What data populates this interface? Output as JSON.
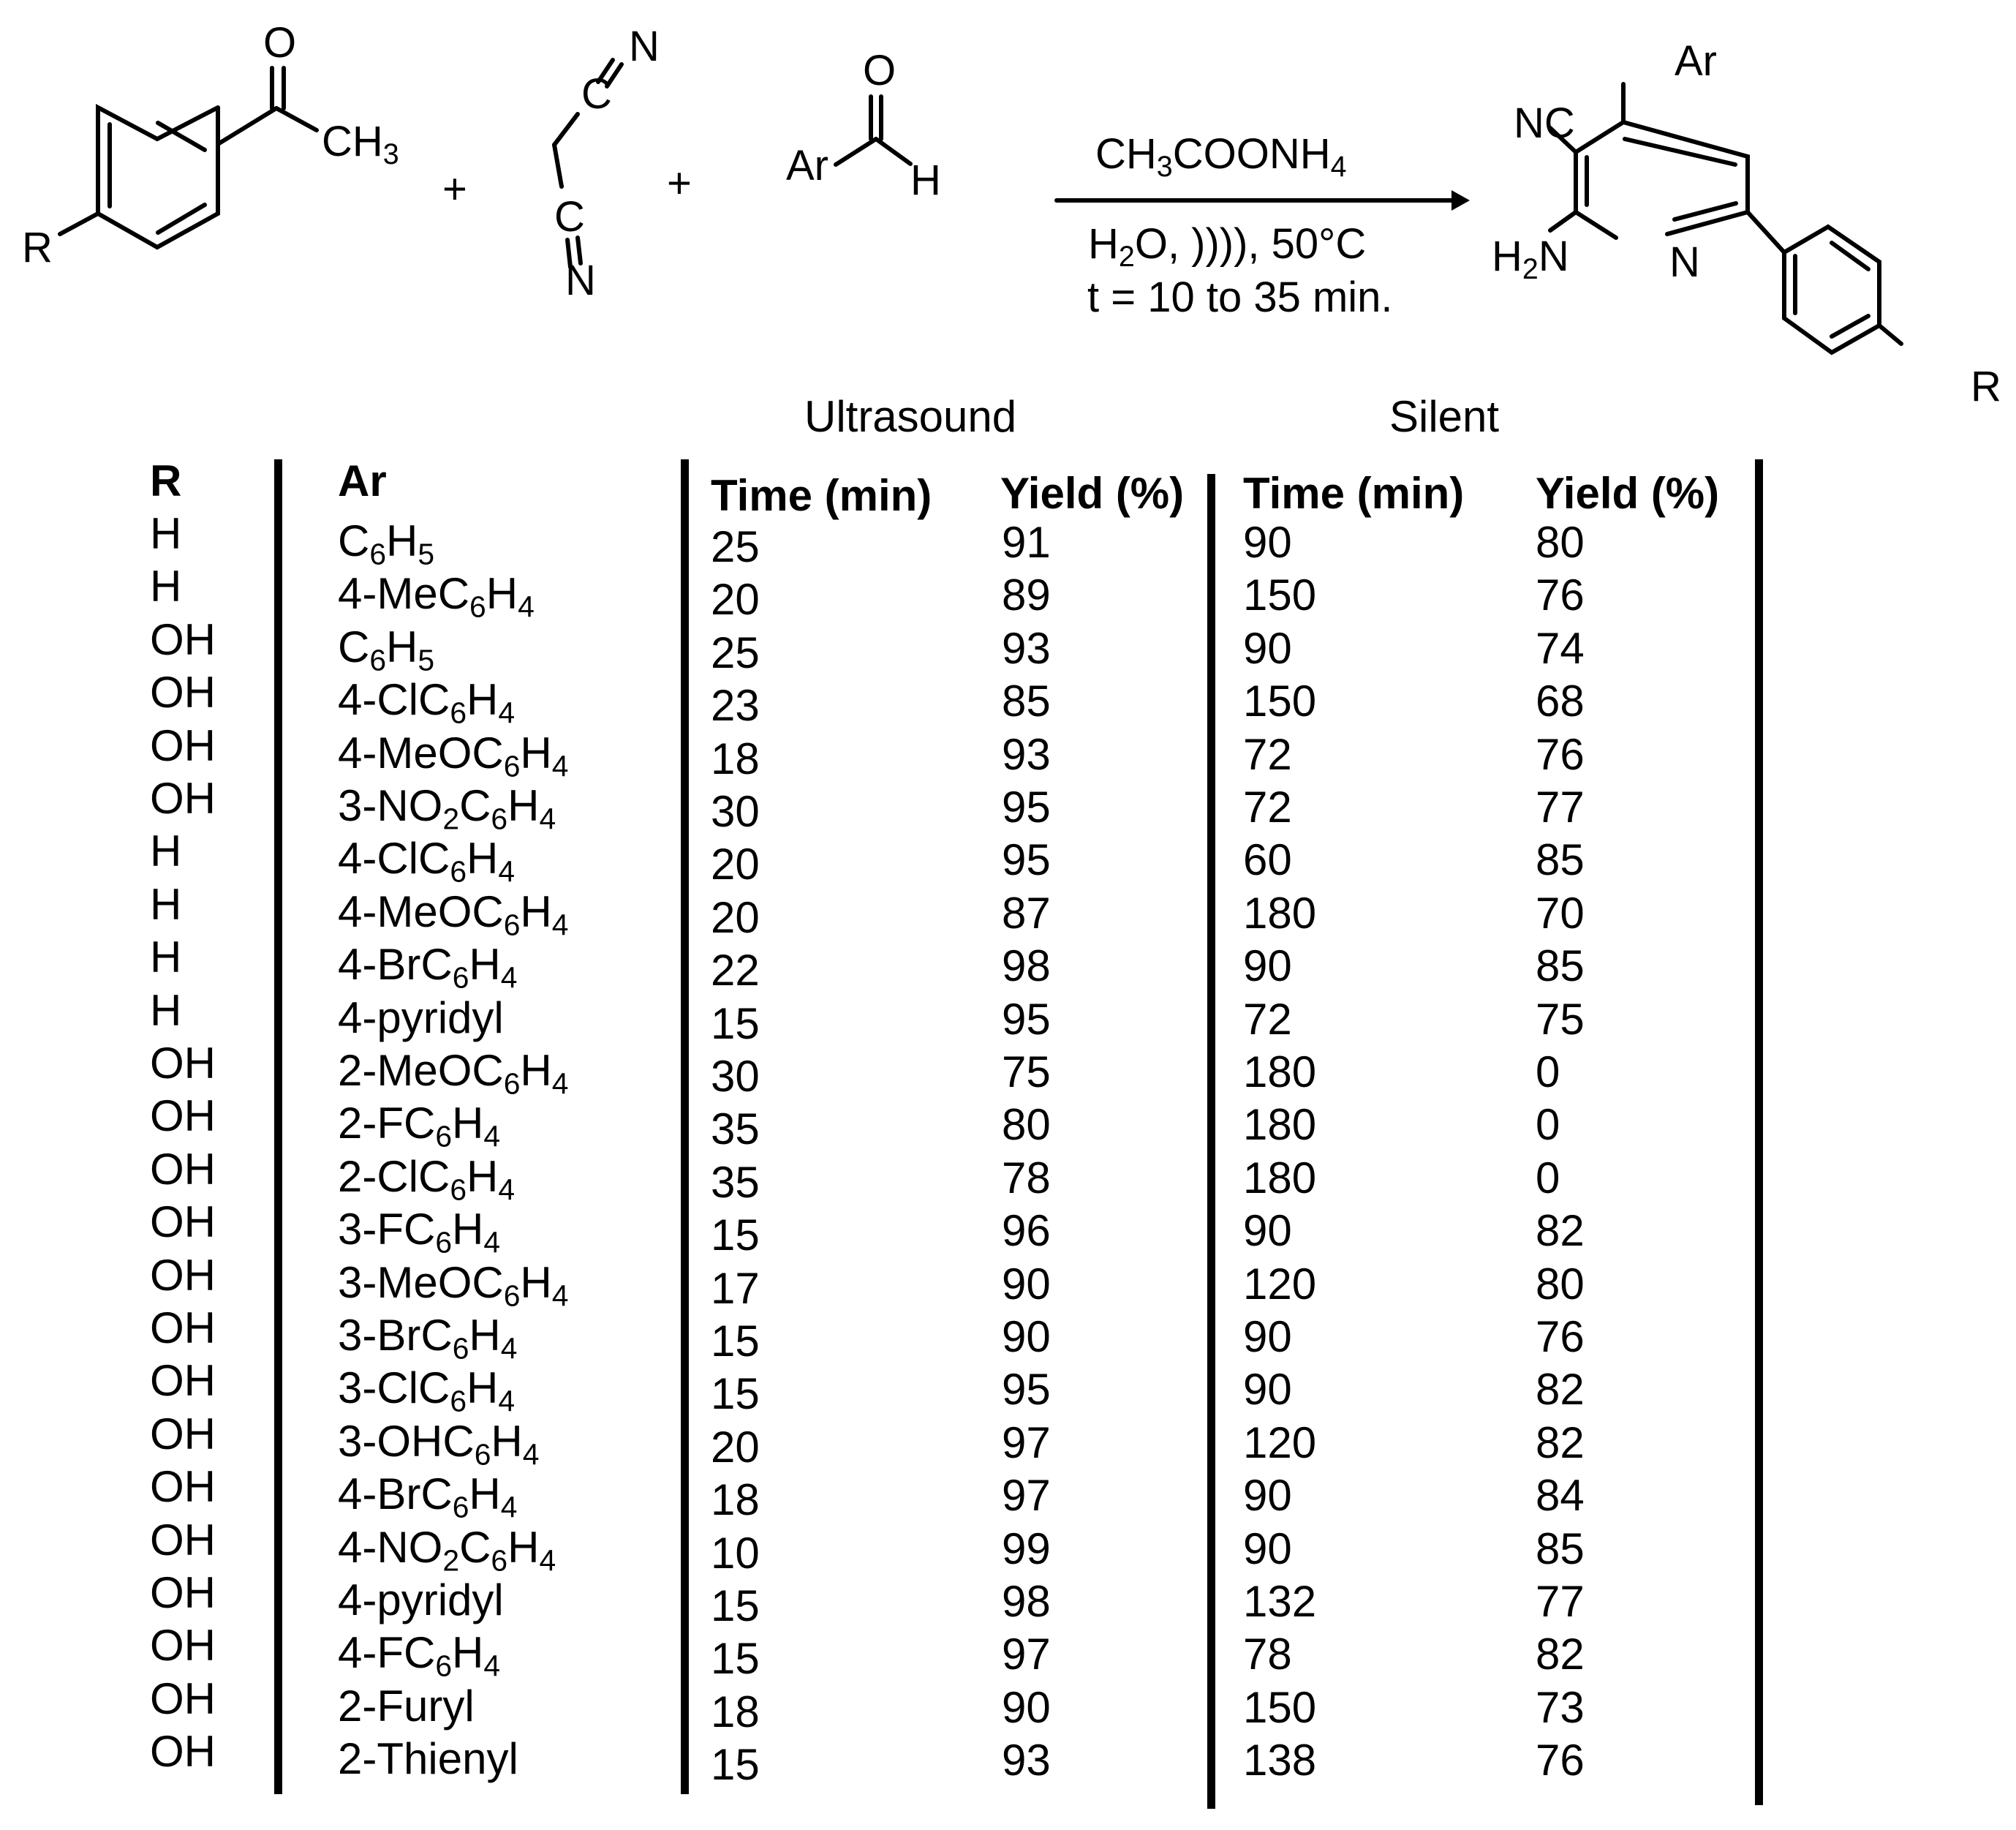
{
  "scheme": {
    "reactants": [
      {
        "name": "4-R-acetophenone",
        "labels": {
          "substituent": "R",
          "carbonyl_o": "O",
          "methyl": "CH",
          "methyl_sub": "3"
        }
      },
      {
        "name": "malononitrile",
        "labels": {
          "c1": "C",
          "n1": "N",
          "c2": "C",
          "n2": "N"
        }
      },
      {
        "name": "aryl aldehyde",
        "labels": {
          "o": "O",
          "ar": "Ar",
          "h": "H"
        }
      }
    ],
    "plus": "+",
    "conditions": {
      "above_main": "CH",
      "above_sub1": "3",
      "above_mid": "COONH",
      "above_sub2": "4",
      "below_line1_a": "H",
      "below_line1_sub": "2",
      "below_line1_b": "O, )))), 50°C",
      "below_line2": "t = 10 to 35 min."
    },
    "product": {
      "labels": {
        "ar": "Ar",
        "nc": "NC",
        "h2n_h": "H",
        "h2n_sub": "2",
        "h2n_n": "N",
        "ring_n": "N",
        "r": "R"
      }
    }
  },
  "table": {
    "group_headers": {
      "ultrasound": "Ultrasound",
      "silent": "Silent"
    },
    "columns": {
      "r": "R",
      "ar": "Ar",
      "us_time": "Time (min)",
      "us_yield": "Yield (%)",
      "si_time": "Time (min)",
      "si_yield": "Yield (%)"
    },
    "rows": [
      {
        "r": "H",
        "ar": [
          [
            "C",
            ""
          ],
          [
            "6",
            "sub"
          ],
          [
            "H",
            ""
          ],
          [
            "5",
            "sub"
          ]
        ],
        "ar_text": "C6H5",
        "us_time": "25",
        "us_yield": "91",
        "si_time": "90",
        "si_yield": "80"
      },
      {
        "r": "H",
        "ar": [
          [
            "4-MeC",
            ""
          ],
          [
            "6",
            "sub"
          ],
          [
            "H",
            ""
          ],
          [
            "4",
            "sub"
          ]
        ],
        "ar_text": "4-MeC6H4",
        "us_time": "20",
        "us_yield": "89",
        "si_time": "150",
        "si_yield": "76"
      },
      {
        "r": "OH",
        "ar": [
          [
            "C",
            ""
          ],
          [
            "6",
            "sub"
          ],
          [
            "H",
            ""
          ],
          [
            "5",
            "sub"
          ]
        ],
        "ar_text": "C6H5",
        "us_time": "25",
        "us_yield": "93",
        "si_time": "90",
        "si_yield": "74"
      },
      {
        "r": "OH",
        "ar": [
          [
            "4-ClC",
            ""
          ],
          [
            "6",
            "sub"
          ],
          [
            "H",
            ""
          ],
          [
            "4",
            "sub"
          ]
        ],
        "ar_text": "4-ClC6H4",
        "us_time": "23",
        "us_yield": "85",
        "si_time": "150",
        "si_yield": "68"
      },
      {
        "r": "OH",
        "ar": [
          [
            "4-MeOC",
            ""
          ],
          [
            "6",
            "sub"
          ],
          [
            "H",
            ""
          ],
          [
            "4",
            "sub"
          ]
        ],
        "ar_text": "4-MeOC6H4",
        "us_time": "18",
        "us_yield": "93",
        "si_time": "72",
        "si_yield": "76"
      },
      {
        "r": "OH",
        "ar": [
          [
            "3-NO",
            ""
          ],
          [
            "2",
            "sub"
          ],
          [
            "C",
            ""
          ],
          [
            "6",
            "sub"
          ],
          [
            "H",
            ""
          ],
          [
            "4",
            "sub"
          ]
        ],
        "ar_text": "3-NO2C6H4",
        "us_time": "30",
        "us_yield": "95",
        "si_time": "72",
        "si_yield": "77"
      },
      {
        "r": "H",
        "ar": [
          [
            "4-ClC",
            ""
          ],
          [
            "6",
            "sub"
          ],
          [
            "H",
            ""
          ],
          [
            "4",
            "sub"
          ]
        ],
        "ar_text": "4-ClC6H4",
        "us_time": "20",
        "us_yield": "95",
        "si_time": "60",
        "si_yield": "85"
      },
      {
        "r": "H",
        "ar": [
          [
            "4-MeOC",
            ""
          ],
          [
            "6",
            "sub"
          ],
          [
            "H",
            ""
          ],
          [
            "4",
            "sub"
          ]
        ],
        "ar_text": "4-MeOC6H4",
        "us_time": "20",
        "us_yield": "87",
        "si_time": "180",
        "si_yield": "70"
      },
      {
        "r": "H",
        "ar": [
          [
            "4-BrC",
            ""
          ],
          [
            "6",
            "sub"
          ],
          [
            "H",
            ""
          ],
          [
            "4",
            "sub"
          ]
        ],
        "ar_text": "4-BrC6H4",
        "us_time": "22",
        "us_yield": "98",
        "si_time": "90",
        "si_yield": "85"
      },
      {
        "r": "H",
        "ar": [
          [
            "4-pyridyl",
            ""
          ]
        ],
        "ar_text": "4-pyridyl",
        "us_time": "15",
        "us_yield": "95",
        "si_time": "72",
        "si_yield": "75"
      },
      {
        "r": "OH",
        "ar": [
          [
            "2-MeOC",
            ""
          ],
          [
            "6",
            "sub"
          ],
          [
            "H",
            ""
          ],
          [
            "4",
            "sub"
          ]
        ],
        "ar_text": "2-MeOC6H4",
        "us_time": "30",
        "us_yield": "75",
        "si_time": "180",
        "si_yield": "0"
      },
      {
        "r": "OH",
        "ar": [
          [
            "2-FC",
            ""
          ],
          [
            "6",
            "sub"
          ],
          [
            "H",
            ""
          ],
          [
            "4",
            "sub"
          ]
        ],
        "ar_text": "2-FC6H4",
        "us_time": "35",
        "us_yield": "80",
        "si_time": "180",
        "si_yield": "0"
      },
      {
        "r": "OH",
        "ar": [
          [
            "2-ClC",
            ""
          ],
          [
            "6",
            "sub"
          ],
          [
            "H",
            ""
          ],
          [
            "4",
            "sub"
          ]
        ],
        "ar_text": "2-ClC6H4",
        "us_time": "35",
        "us_yield": "78",
        "si_time": "180",
        "si_yield": "0"
      },
      {
        "r": "OH",
        "ar": [
          [
            "3-FC",
            ""
          ],
          [
            "6",
            "sub"
          ],
          [
            "H",
            ""
          ],
          [
            "4",
            "sub"
          ]
        ],
        "ar_text": "3-FC6H4",
        "us_time": "15",
        "us_yield": "96",
        "si_time": "90",
        "si_yield": "82"
      },
      {
        "r": "OH",
        "ar": [
          [
            "3-MeOC",
            ""
          ],
          [
            "6",
            "sub"
          ],
          [
            "H",
            ""
          ],
          [
            "4",
            "sub"
          ]
        ],
        "ar_text": "3-MeOC6H4",
        "us_time": "17",
        "us_yield": "90",
        "si_time": "120",
        "si_yield": "80"
      },
      {
        "r": "OH",
        "ar": [
          [
            "3-BrC",
            ""
          ],
          [
            "6",
            "sub"
          ],
          [
            "H",
            ""
          ],
          [
            "4",
            "sub"
          ]
        ],
        "ar_text": "3-BrC6H4",
        "us_time": "15",
        "us_yield": "90",
        "si_time": "90",
        "si_yield": "76"
      },
      {
        "r": "OH",
        "ar": [
          [
            "3-ClC",
            ""
          ],
          [
            "6",
            "sub"
          ],
          [
            "H",
            ""
          ],
          [
            "4",
            "sub"
          ]
        ],
        "ar_text": "3-ClC6H4",
        "us_time": "15",
        "us_yield": "95",
        "si_time": "90",
        "si_yield": "82"
      },
      {
        "r": "OH",
        "ar": [
          [
            "3-OHC",
            ""
          ],
          [
            "6",
            "sub"
          ],
          [
            "H",
            ""
          ],
          [
            "4",
            "sub"
          ]
        ],
        "ar_text": "3-OHC6H4",
        "us_time": "20",
        "us_yield": "97",
        "si_time": "120",
        "si_yield": "82"
      },
      {
        "r": "OH",
        "ar": [
          [
            "4-BrC",
            ""
          ],
          [
            "6",
            "sub"
          ],
          [
            "H",
            ""
          ],
          [
            "4",
            "sub"
          ]
        ],
        "ar_text": "4-BrC6H4",
        "us_time": "18",
        "us_yield": "97",
        "si_time": "90",
        "si_yield": "84"
      },
      {
        "r": "OH",
        "ar": [
          [
            "4-NO",
            ""
          ],
          [
            "2",
            "sub"
          ],
          [
            "C",
            ""
          ],
          [
            "6",
            "sub"
          ],
          [
            "H",
            ""
          ],
          [
            "4",
            "sub"
          ]
        ],
        "ar_text": "4-NO2C6H4",
        "us_time": "10",
        "us_yield": "99",
        "si_time": "90",
        "si_yield": "85"
      },
      {
        "r": "OH",
        "ar": [
          [
            "4-pyridyl",
            ""
          ]
        ],
        "ar_text": "4-pyridyl",
        "us_time": "15",
        "us_yield": "98",
        "si_time": "132",
        "si_yield": "77"
      },
      {
        "r": "OH",
        "ar": [
          [
            "4-FC",
            ""
          ],
          [
            "6",
            "sub"
          ],
          [
            "H",
            ""
          ],
          [
            "4",
            "sub"
          ]
        ],
        "ar_text": "4-FC6H4",
        "us_time": "15",
        "us_yield": "97",
        "si_time": "78",
        "si_yield": "82"
      },
      {
        "r": "OH",
        "ar": [
          [
            "2-Furyl",
            ""
          ]
        ],
        "ar_text": "2-Furyl",
        "us_time": "18",
        "us_yield": "90",
        "si_time": "150",
        "si_yield": "73"
      },
      {
        "r": "OH",
        "ar": [
          [
            "2-Thienyl",
            ""
          ]
        ],
        "ar_text": "2-Thienyl",
        "us_time": "15",
        "us_yield": "93",
        "si_time": "138",
        "si_yield": "76"
      }
    ]
  },
  "chart_data": {
    "type": "table",
    "title": "Synthesis of 2-amino-4-aryl-6-(4-R-phenyl)nicotinonitriles: Ultrasound vs Silent",
    "columns": [
      "R",
      "Ar",
      "Ultrasound Time (min)",
      "Ultrasound Yield (%)",
      "Silent Time (min)",
      "Silent Yield (%)"
    ],
    "rows": [
      [
        "H",
        "C6H5",
        25,
        91,
        90,
        80
      ],
      [
        "H",
        "4-MeC6H4",
        20,
        89,
        150,
        76
      ],
      [
        "OH",
        "C6H5",
        25,
        93,
        90,
        74
      ],
      [
        "OH",
        "4-ClC6H4",
        23,
        85,
        150,
        68
      ],
      [
        "OH",
        "4-MeOC6H4",
        18,
        93,
        72,
        76
      ],
      [
        "OH",
        "3-NO2C6H4",
        30,
        95,
        72,
        77
      ],
      [
        "H",
        "4-ClC6H4",
        20,
        95,
        60,
        85
      ],
      [
        "H",
        "4-MeOC6H4",
        20,
        87,
        180,
        70
      ],
      [
        "H",
        "4-BrC6H4",
        22,
        98,
        90,
        85
      ],
      [
        "H",
        "4-pyridyl",
        15,
        95,
        72,
        75
      ],
      [
        "OH",
        "2-MeOC6H4",
        30,
        75,
        180,
        0
      ],
      [
        "OH",
        "2-FC6H4",
        35,
        80,
        180,
        0
      ],
      [
        "OH",
        "2-ClC6H4",
        35,
        78,
        180,
        0
      ],
      [
        "OH",
        "3-FC6H4",
        15,
        96,
        90,
        82
      ],
      [
        "OH",
        "3-MeOC6H4",
        17,
        90,
        120,
        80
      ],
      [
        "OH",
        "3-BrC6H4",
        15,
        90,
        90,
        76
      ],
      [
        "OH",
        "3-ClC6H4",
        15,
        95,
        90,
        82
      ],
      [
        "OH",
        "3-OHC6H4",
        20,
        97,
        120,
        82
      ],
      [
        "OH",
        "4-BrC6H4",
        18,
        97,
        90,
        84
      ],
      [
        "OH",
        "4-NO2C6H4",
        10,
        99,
        90,
        85
      ],
      [
        "OH",
        "4-pyridyl",
        15,
        98,
        132,
        77
      ],
      [
        "OH",
        "4-FC6H4",
        15,
        97,
        78,
        82
      ],
      [
        "OH",
        "2-Furyl",
        18,
        90,
        150,
        73
      ],
      [
        "OH",
        "2-Thienyl",
        15,
        93,
        138,
        76
      ]
    ]
  }
}
